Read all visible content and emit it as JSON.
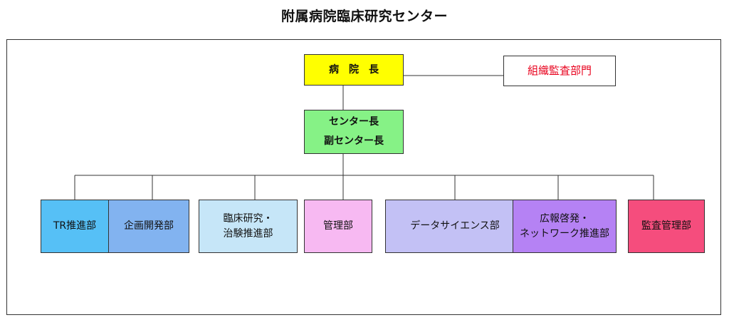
{
  "title": "附属病院臨床研究センター",
  "director": {
    "label": "病　院　長",
    "color": "#ffff00"
  },
  "audit": {
    "label": "組織監査部門",
    "color": "#ffffff",
    "text_color": "#e8001c"
  },
  "center": {
    "line1": "センター長",
    "line2": "副センター長",
    "color": "#86f286"
  },
  "departments": [
    {
      "lines": [
        "TR推進部"
      ],
      "color": "#56c0f6"
    },
    {
      "lines": [
        "企画開発部"
      ],
      "color": "#82b3f0"
    },
    {
      "lines": [
        "臨床研究・",
        "治験推進部"
      ],
      "color": "#c6e6f8"
    },
    {
      "lines": [
        "管理部"
      ],
      "color": "#f7b9f2"
    },
    {
      "lines": [
        "データサイエンス部"
      ],
      "color": "#c3c1f5"
    },
    {
      "lines": [
        "広報啓発・",
        "ネットワーク推進部"
      ],
      "color": "#b582f4"
    },
    {
      "lines": [
        "監査管理部"
      ],
      "color": "#f54d7d"
    }
  ]
}
